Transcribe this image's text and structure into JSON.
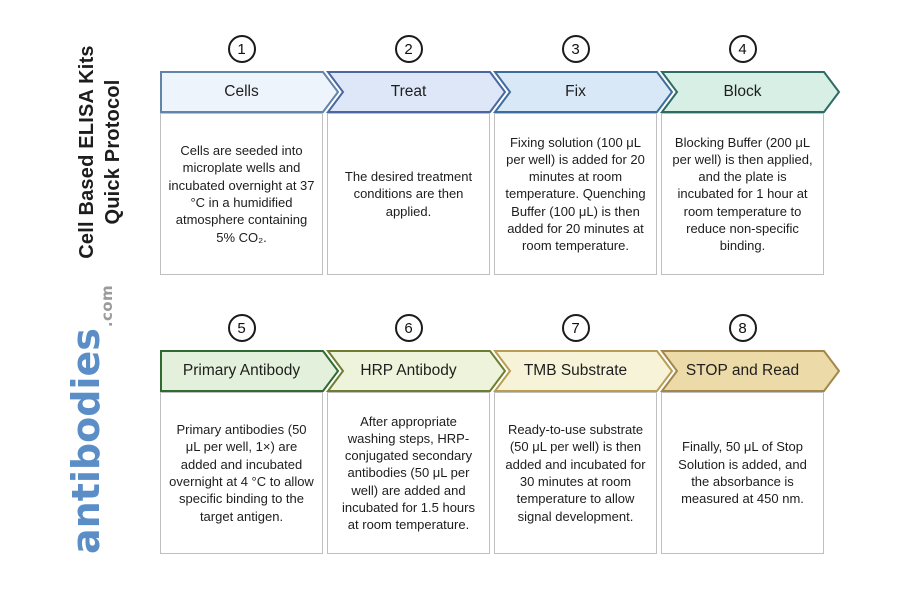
{
  "sidebar": {
    "title_line1": "Cell Based ELISA Kits",
    "title_line2": "Quick Protocol",
    "logo_text": "antibodies",
    "logo_suffix": ".com"
  },
  "colors": {
    "logo_blue": "#5b8ec6",
    "logo_gray": "#9b9b9b",
    "box_border": "#bfbfbf"
  },
  "steps": [
    {
      "num": "1",
      "label": "Cells",
      "description": "Cells are seeded into microplate wells and incubated overnight at 37 °C in a humidified atmosphere containing 5% CO₂.",
      "fill": "#eef4fb",
      "border": "#6284a9"
    },
    {
      "num": "2",
      "label": "Treat",
      "description": "The desired treatment conditions are then applied.",
      "fill": "#dde7f8",
      "border": "#4b67a1"
    },
    {
      "num": "3",
      "label": "Fix",
      "description": "Fixing solution (100 μL per well) is added for 20 minutes at room temperature. Quenching Buffer (100 μL) is then added for 20 minutes at room temperature.",
      "fill": "#d8e8f7",
      "border": "#3d6d9e"
    },
    {
      "num": "4",
      "label": "Block",
      "description": "Blocking Buffer (200 μL per well) is then applied, and the plate is incubated for 1 hour at room temperature to reduce non-specific binding.",
      "fill": "#d7efe4",
      "border": "#2e6b64"
    },
    {
      "num": "5",
      "label": "Primary Antibody",
      "description": "Primary antibodies (50 μL per well, 1×) are added and incubated overnight at 4 °C to allow specific binding to the target antigen.",
      "fill": "#e3f1dc",
      "border": "#2f6a30"
    },
    {
      "num": "6",
      "label": "HRP Antibody",
      "description": "After appropriate washing steps, HRP-conjugated secondary antibodies (50 μL per well) are added and incubated for 1.5 hours at room temperature.",
      "fill": "#edf4db",
      "border": "#6e7e2e"
    },
    {
      "num": "7",
      "label": "TMB Substrate",
      "description": "Ready-to-use substrate (50 μL per well) is then added and incubated for 30 minutes at room temperature to allow signal development.",
      "fill": "#f7f3d8",
      "border": "#b99d53"
    },
    {
      "num": "8",
      "label": "STOP and Read",
      "description": "Finally, 50 μL of Stop Solution is added, and the absorbance is measured at 450 nm.",
      "fill": "#ecdaa8",
      "border": "#a3874a"
    }
  ]
}
